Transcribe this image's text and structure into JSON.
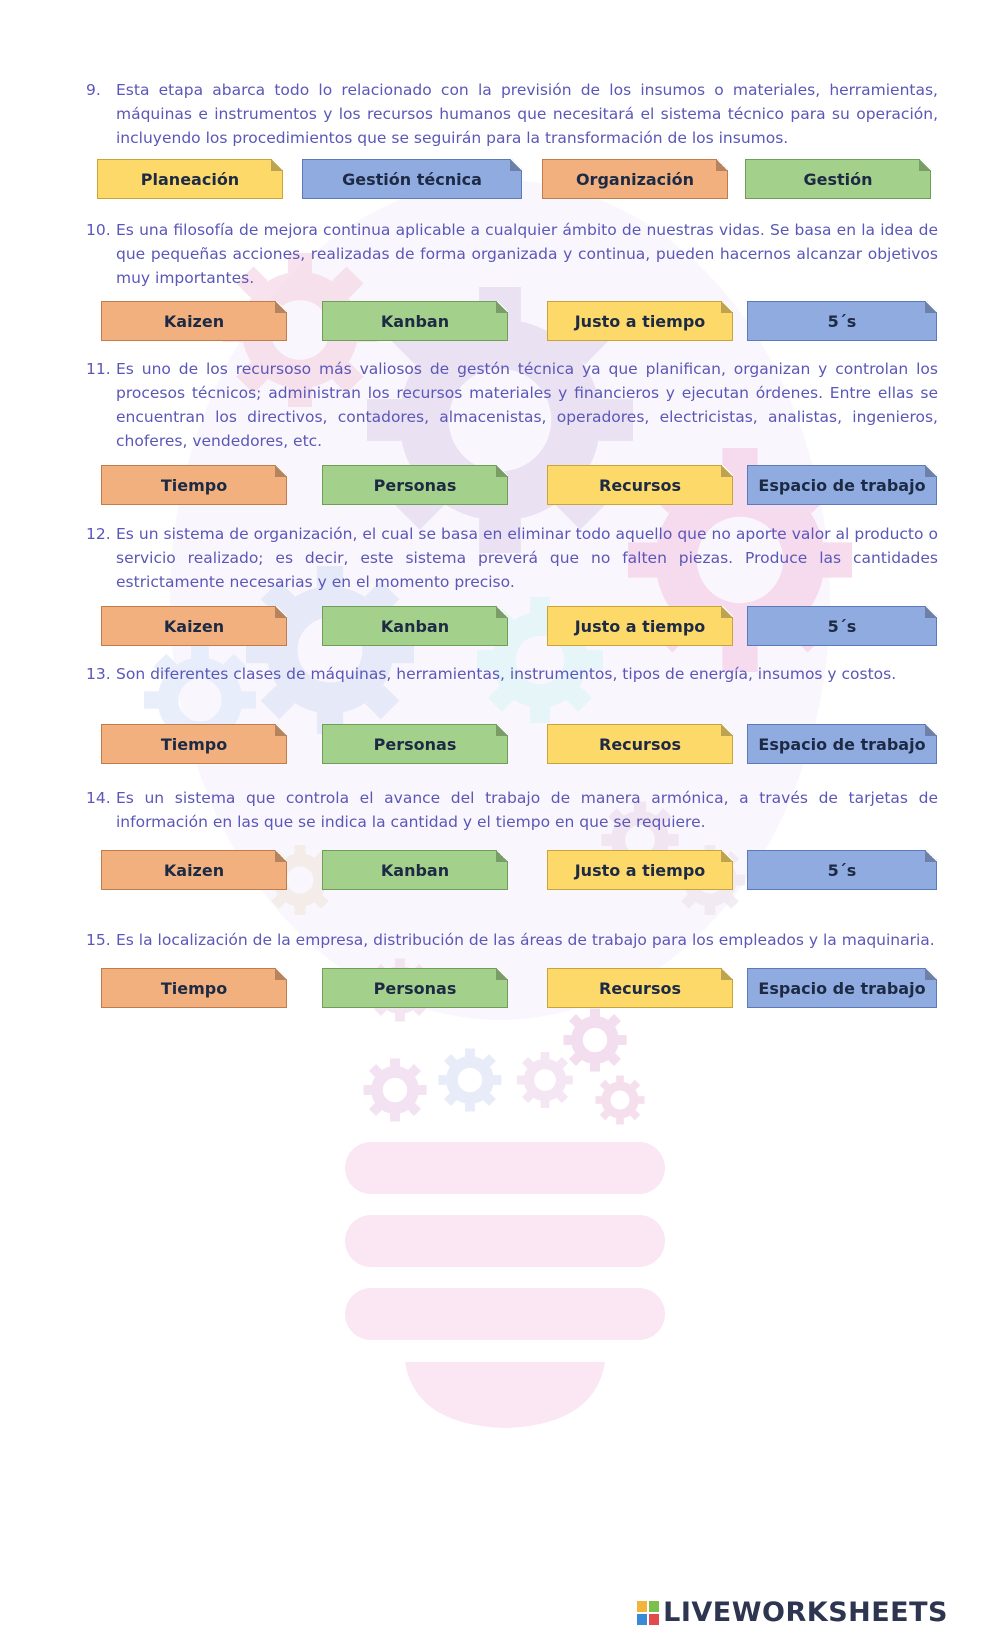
{
  "questions": [
    {
      "number": "9.",
      "text": "Esta etapa abarca todo lo relacionado con la previsión de los insumos o materiales, herramientas, máquinas e instrumentos y los recursos humanos que necesitará el sistema técnico para su operación, incluyendo los procedimientos que se seguirán para la transformación de los insumos.",
      "options": [
        "Planeación",
        "Gestión técnica",
        "Organización",
        "Gestión"
      ]
    },
    {
      "number": "10.",
      "text": "Es una filosofía de mejora continua aplicable a cualquier ámbito de nuestras vidas. Se basa en la idea de que pequeñas acciones, realizadas de forma organizada y continua, pueden hacernos alcanzar objetivos muy importantes.",
      "options": [
        "Kaizen",
        "Kanban",
        "Justo a tiempo",
        "5´s"
      ]
    },
    {
      "number": "11.",
      "text": "Es uno de los recursoso más valiosos de gestón técnica ya que  planifican, organizan y controlan los procesos técnicos; administran los recursos materiales y financieros y ejecutan órdenes.  Entre ellas se encuentran los directivos, contadores, almacenistas, operadores, electricistas, analistas, ingenieros, choferes, vendedores, etc.",
      "options": [
        "Tiempo",
        "Personas",
        "Recursos",
        "Espacio de trabajo"
      ]
    },
    {
      "number": "12.",
      "text": "Es un sistema de organización, el cual se basa en eliminar todo aquello que no aporte valor al producto o servicio realizado; es decir, este sistema preverá que no falten piezas. Produce las cantidades estrictamente necesarias y en el momento preciso.",
      "options": [
        "Kaizen",
        "Kanban",
        "Justo a tiempo",
        "5´s"
      ]
    },
    {
      "number": "13.",
      "text": "Son diferentes clases de máquinas, herramientas, instrumentos, tipos de energía, insumos y costos.",
      "options": [
        "Tiempo",
        "Personas",
        "Recursos",
        "Espacio de trabajo"
      ]
    },
    {
      "number": "14.",
      "text": "Es un sistema que controla el avance del trabajo de manera armónica, a través de tarjetas de información en las que se indica la cantidad y el tiempo en que se requiere.",
      "options": [
        "Kaizen",
        "Kanban",
        "Justo a tiempo",
        "5´s"
      ]
    },
    {
      "number": "15.",
      "text": "Es la localización de la empresa, distribución de las áreas de trabajo para los empleados y la maquinaria.",
      "options": [
        "Tiempo",
        "Personas",
        "Recursos",
        "Espacio de trabajo"
      ]
    }
  ],
  "footer": {
    "brand": "LIVEWORKSHEETS"
  },
  "colors": {
    "yellow": "#fdd96a",
    "blue": "#90abe0",
    "orange": "#f2b07e",
    "green": "#a3d08a",
    "question_text": "#5b57b8"
  }
}
